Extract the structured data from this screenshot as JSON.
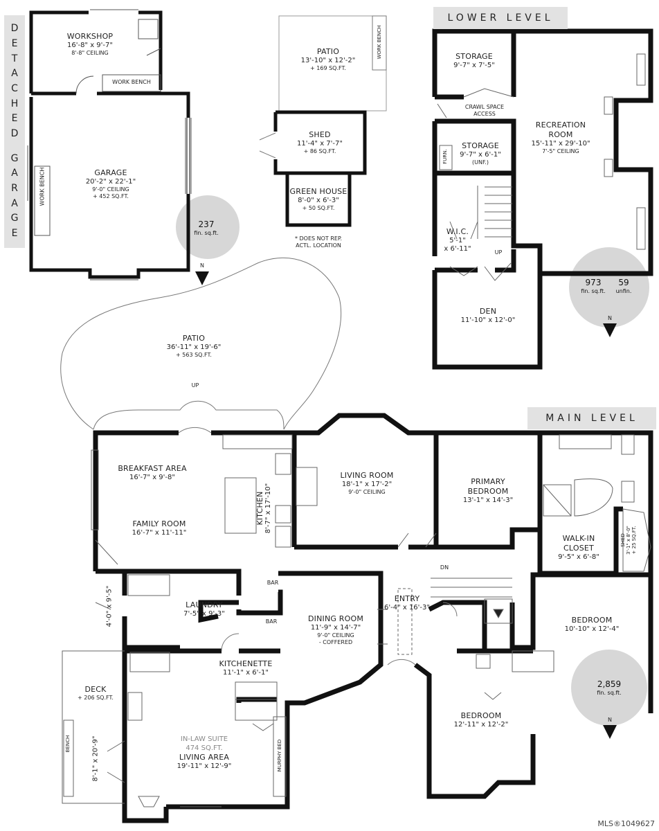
{
  "banners": {
    "lower_level": "LOWER LEVEL",
    "main_level": "MAIN LEVEL",
    "detached_word": [
      "D",
      "E",
      "T",
      "A",
      "C",
      "H",
      "E",
      "D"
    ],
    "garage_word": [
      "G",
      "A",
      "R",
      "A",
      "G",
      "E"
    ]
  },
  "north": "N",
  "detached": {
    "workshop": {
      "name": "WORKSHOP",
      "dims": "16'-8\" x 9'-7\"",
      "note": "8'-8\" CEILING"
    },
    "work_bench_top": "WORK BENCH",
    "work_bench_side": "WORK BENCH",
    "garage": {
      "name": "GARAGE",
      "dims": "20'-2\" x 22'-1\"",
      "note": "9'-0\" CEILING",
      "area": "+ 452 SQ.FT."
    },
    "sqft": {
      "value": "237",
      "unit": "fin. sq.ft."
    }
  },
  "outbuildings": {
    "patio": {
      "name": "PATIO",
      "dims": "13'-10\" x 12'-2\"",
      "area": "+ 169 SQ.FT."
    },
    "work_bench": "WORK BENCH",
    "shed": {
      "name": "SHED",
      "dims": "11'-4\" x 7'-7\"",
      "area": "+ 86 SQ.FT."
    },
    "greenhouse": {
      "name": "GREEN HOUSE",
      "dims": "8'-0\" x 6'-3\"",
      "area": "+ 50 SQ.FT."
    },
    "note_1": "* DOES NOT REP.",
    "note_2": "ACTL. LOCATION"
  },
  "lower": {
    "storage_1": {
      "name": "STORAGE",
      "dims": "9'-7\" x 7'-5\""
    },
    "crawl_1": "CRAWL SPACE",
    "crawl_2": "ACCESS",
    "storage_2": {
      "name": "STORAGE",
      "dims": "9'-7\" x 6'-1\"",
      "note": "(UNF.)"
    },
    "furn": "FURN.",
    "recreation": {
      "name_1": "RECREATION",
      "name_2": "ROOM",
      "dims": "15'-11\" x 29'-10\"",
      "note": "7'-5\" CEILING"
    },
    "wic": {
      "name": "W.I.C.",
      "dims_1": "5'-1\"",
      "dims_2": "x 6'-11\""
    },
    "up": "UP",
    "den": {
      "name": "DEN",
      "dims": "11'-10\" x 12'-0\""
    },
    "fin": {
      "value": "973",
      "unit": "fin. sq.ft."
    },
    "unfin": {
      "value": "59",
      "unit": "unfin."
    }
  },
  "main": {
    "patio": {
      "name": "PATIO",
      "dims": "36'-11\" x 19'-6\"",
      "area": "+ 563 SQ.FT."
    },
    "up": "UP",
    "breakfast": {
      "name": "BREAKFAST AREA",
      "dims": "16'-7\" x 9'-8\""
    },
    "family": {
      "name": "FAMILY ROOM",
      "dims": "16'-7\" x 11'-11\""
    },
    "kitchen": {
      "name": "KITCHEN",
      "dims": "8'-7\" x 17'-10\""
    },
    "living": {
      "name": "LIVING ROOM",
      "dims": "18'-1\" x 17'-2\"",
      "note": "9'-0\" CEILING"
    },
    "primary": {
      "name_1": "PRIMARY",
      "name_2": "BEDROOM",
      "dims": "13'-1\" x 14'-3\""
    },
    "walkin": {
      "name_1": "WALK-IN",
      "name_2": "CLOSET",
      "dims": "9'-5\" x 6'-8\""
    },
    "shed": {
      "name": "SHED",
      "dims": "3'-1\" x 8'-0\"",
      "area": "+ 25 SQ.FT."
    },
    "hall": {
      "dims": "4'-0\" x 9'-5\""
    },
    "laundry": {
      "name": "LAUNDRY",
      "dims": "7'-5\" x 9'-3\""
    },
    "bar_1": "BAR",
    "bar_2": "BAR",
    "dining": {
      "name": "DINING ROOM",
      "dims": "11'-9\" x 14'-7\"",
      "note_1": "9'-0\" CEILING",
      "note_2": "- COFFERED"
    },
    "entry": {
      "name": "ENTRY",
      "dims": "6'-4\" x 16'-3\""
    },
    "dn": "DN",
    "bedroom_2": {
      "name": "BEDROOM",
      "dims": "10'-10\" x 12'-4\""
    },
    "kitchenette": {
      "name": "KITCHENETTE",
      "dims": "11'-1\" x 6'-1\""
    },
    "deck": {
      "name": "DECK",
      "area": "+ 206 SQ.FT.",
      "dims": "8'-1\" x 20'-9\""
    },
    "bench": "BENCH",
    "inlaw": {
      "name_1": "IN-LAW SUITE",
      "area": "474 SQ.FT.",
      "name_2": "LIVING AREA",
      "dims": "19'-11\" x 12'-9\""
    },
    "murphy": "MURPHY BED",
    "bedroom_3": {
      "name": "BEDROOM",
      "dims": "12'-11\" x 12'-2\""
    },
    "fin": {
      "value": "2,859",
      "unit": "fin. sq.ft."
    }
  },
  "mls": "MLS®1049627"
}
